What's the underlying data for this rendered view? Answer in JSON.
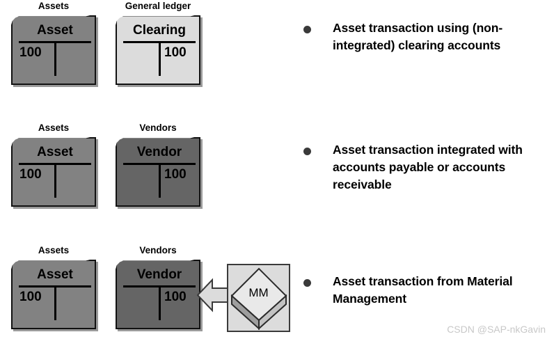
{
  "slide": {
    "watermark": "CSDN @SAP-nkGavin"
  },
  "rows": [
    {
      "accounts": [
        {
          "caption": "Assets",
          "name": "Asset",
          "debit": "100",
          "credit": "",
          "fill": "#828282",
          "side": "debit"
        },
        {
          "caption": "General ledger",
          "name": "Clearing",
          "debit": "",
          "credit": "100",
          "fill": "#dcdcdc",
          "side": "credit"
        }
      ],
      "bullet": "Asset transaction using (non-integrated) clearing accounts"
    },
    {
      "accounts": [
        {
          "caption": "Assets",
          "name": "Asset",
          "debit": "100",
          "credit": "",
          "fill": "#828282",
          "side": "debit"
        },
        {
          "caption": "Vendors",
          "name": "Vendor",
          "debit": "",
          "credit": "100",
          "fill": "#656565",
          "side": "credit"
        }
      ],
      "bullet": "Asset transaction integrated with accounts payable or accounts receivable"
    },
    {
      "accounts": [
        {
          "caption": "Assets",
          "name": "Asset",
          "debit": "100",
          "credit": "",
          "fill": "#828282",
          "side": "debit"
        },
        {
          "caption": "Vendors",
          "name": "Vendor",
          "debit": "",
          "credit": "100",
          "fill": "#656565",
          "side": "credit"
        }
      ],
      "module": {
        "label": "MM",
        "arrow_icon": "arrow-left-icon",
        "box_color": "#dcdcdc"
      },
      "bullet": "Asset transaction from Material Management"
    }
  ],
  "colors": {
    "asset_fill": "#828282",
    "vendor_fill": "#656565",
    "clearing_fill": "#dcdcdc",
    "module_fill": "#dcdcdc",
    "outline": "#111111",
    "bullet_dot": "#3a3a3a",
    "watermark": "#c8c8c8"
  }
}
